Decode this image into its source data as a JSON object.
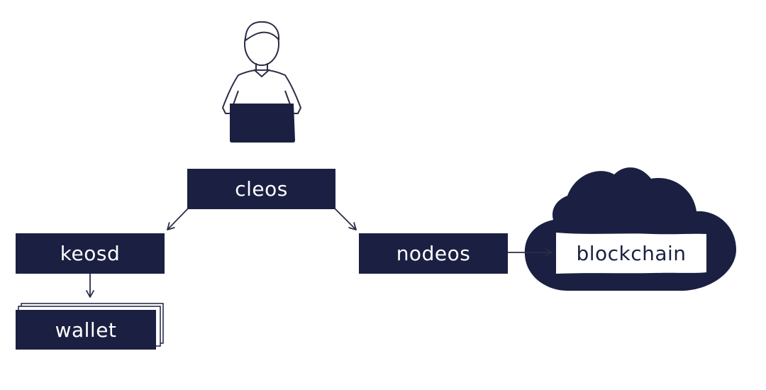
{
  "diagram": {
    "nodes": {
      "cleos": "cleos",
      "keosd": "keosd",
      "nodeos": "nodeos",
      "wallet": "wallet",
      "blockchain": "blockchain"
    },
    "edges": [
      {
        "from": "cleos",
        "to": "keosd"
      },
      {
        "from": "cleos",
        "to": "nodeos"
      },
      {
        "from": "keosd",
        "to": "wallet"
      },
      {
        "from": "nodeos",
        "to": "blockchain"
      }
    ],
    "icons": {
      "user": "person-at-laptop-icon",
      "cloud": "cloud-icon"
    },
    "colors": {
      "primary": "#1b2042",
      "background": "#ffffff",
      "line": "#2a2d45"
    }
  }
}
